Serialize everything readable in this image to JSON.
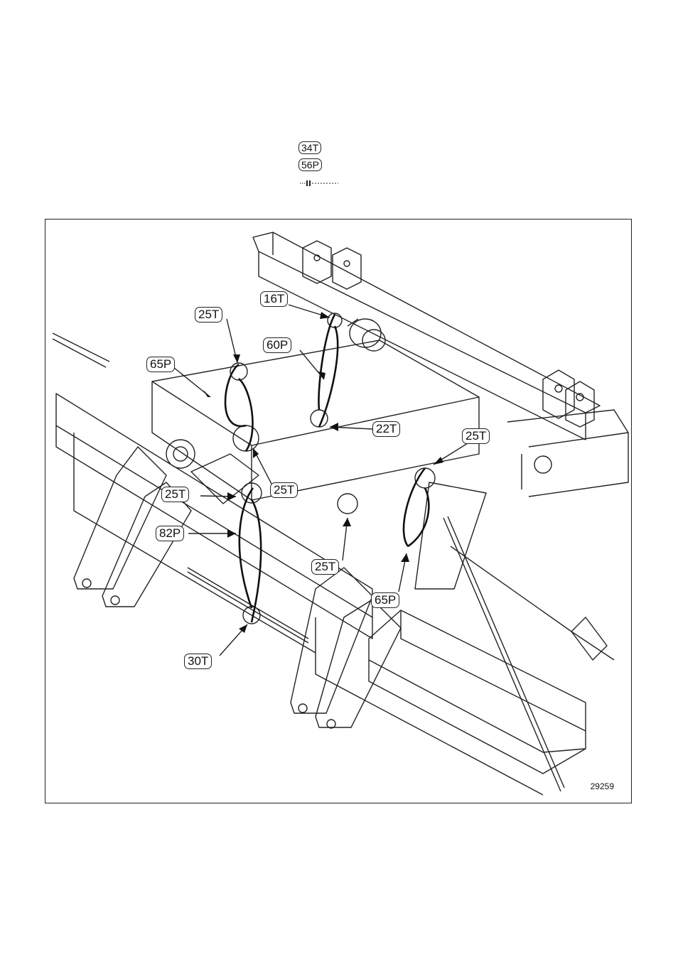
{
  "legend": {
    "teeth_example": "34T",
    "pitches_example": "56P"
  },
  "figure_number": "29259",
  "callouts": [
    {
      "id": "c-16t-top",
      "text": "16T"
    },
    {
      "id": "c-25t-topleft",
      "text": "25T"
    },
    {
      "id": "c-65p-left",
      "text": "65P"
    },
    {
      "id": "c-60p",
      "text": "60P"
    },
    {
      "id": "c-22t",
      "text": "22T"
    },
    {
      "id": "c-25t-right",
      "text": "25T"
    },
    {
      "id": "c-25t-midleft",
      "text": "25T"
    },
    {
      "id": "c-25t-center",
      "text": "25T"
    },
    {
      "id": "c-82p",
      "text": "82P"
    },
    {
      "id": "c-25t-lower",
      "text": "25T"
    },
    {
      "id": "c-65p-right",
      "text": "65P"
    },
    {
      "id": "c-30t",
      "text": "30T"
    }
  ]
}
